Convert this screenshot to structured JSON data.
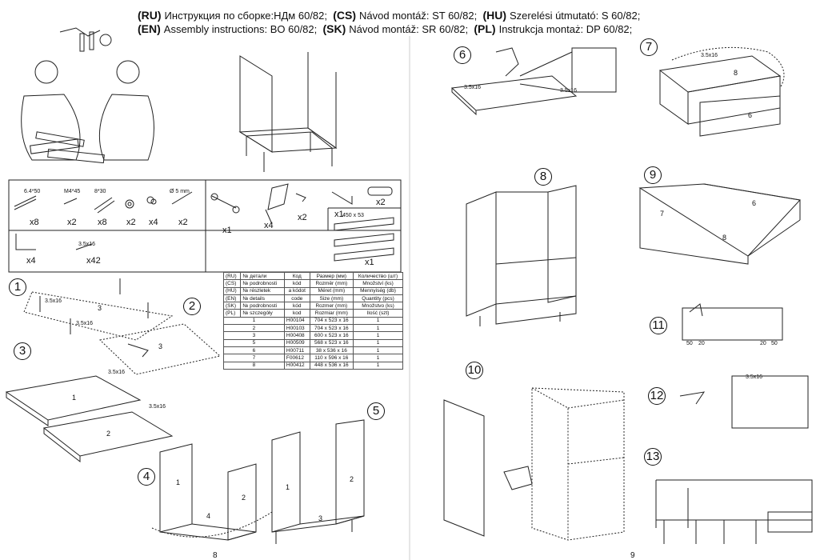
{
  "header": {
    "line1": [
      {
        "code": "(RU)",
        "text": "Инструкция по сборке:НДм 60/82;"
      },
      {
        "code": "(CS)",
        "text": "Návod montáž: ST 60/82;"
      },
      {
        "code": "(HU)",
        "text": "Szerelési útmutató: S 60/82;"
      }
    ],
    "line2": [
      {
        "code": "(EN)",
        "text": "Assembly instructions: BO 60/82;"
      },
      {
        "code": "(SK)",
        "text": "Návod montáž: SR 60/82;"
      },
      {
        "code": "(PL)",
        "text": "Instrukcja montaż: DP 60/82;"
      }
    ]
  },
  "hardware": {
    "row1": [
      {
        "label": "6.4*50",
        "qty": "x8"
      },
      {
        "label": "M4*45",
        "qty": "x2"
      },
      {
        "label": "8*30",
        "qty": "x8"
      },
      {
        "label": "",
        "qty": "x2"
      },
      {
        "label": "",
        "qty": "x4"
      },
      {
        "label": "Ø 5 mm",
        "qty": "x2"
      }
    ],
    "row1b": [
      {
        "label": "",
        "qty": "x1"
      },
      {
        "label": "",
        "qty": "x4"
      },
      {
        "label": "",
        "qty": "x2"
      },
      {
        "label": "",
        "qty": "x1"
      },
      {
        "label": "",
        "qty": "x2"
      }
    ],
    "row2": [
      {
        "label": "",
        "qty": "x4"
      },
      {
        "label": "3.5x16",
        "qty": "x42"
      }
    ],
    "slide": {
      "label": "450 x 53",
      "qty": "x1"
    }
  },
  "spec_table": {
    "headers": [
      [
        "(RU)",
        "№ детали",
        "Код",
        "Размер (мм)",
        "Количество (шт)"
      ],
      [
        "(CS)",
        "№ podrobnosti",
        "kód",
        "Rozměr (mm)",
        "Množství (ks)"
      ],
      [
        "(HU)",
        "№ részletek",
        "a kódot",
        "Méret (mm)",
        "Mennyiség (db)"
      ],
      [
        "(EN)",
        "№ details",
        "code",
        "Size (mm)",
        "Quantity (pcs)"
      ],
      [
        "(SK)",
        "№ podrobnosti",
        "kód",
        "Rozmer (mm)",
        "Množstvo (ks)"
      ],
      [
        "(PL)",
        "№ szczegóły",
        "kod",
        "Rozmiar (mm)",
        "Ilość (szt)"
      ]
    ],
    "rows": [
      [
        "1",
        "H00104",
        "704 x 523 x 16",
        "1"
      ],
      [
        "2",
        "H00103",
        "704 x 523 x 16",
        "1"
      ],
      [
        "3",
        "H00408",
        "600 x 523 x 16",
        "1"
      ],
      [
        "5",
        "H00509",
        "568 x 523 x 16",
        "1"
      ],
      [
        "6",
        "H00711",
        "38 x 536 x 16",
        "1"
      ],
      [
        "7",
        "F00612",
        "110 x 596 x 16",
        "1"
      ],
      [
        "8",
        "H00412",
        "448 x 536 x 16",
        "1"
      ]
    ]
  },
  "steps": [
    "1",
    "2",
    "3",
    "4",
    "5",
    "6",
    "7",
    "8",
    "9",
    "10",
    "11",
    "12",
    "13"
  ],
  "annotations": {
    "screw": "3.5x16",
    "dim_50": "50",
    "dim_20": "20",
    "parts": [
      "1",
      "2",
      "3",
      "4",
      "2",
      "3",
      "1",
      "2",
      "4",
      "1",
      "2",
      "3",
      "8",
      "6",
      "6",
      "7",
      "8"
    ]
  },
  "page_numbers": [
    "8",
    "9"
  ]
}
